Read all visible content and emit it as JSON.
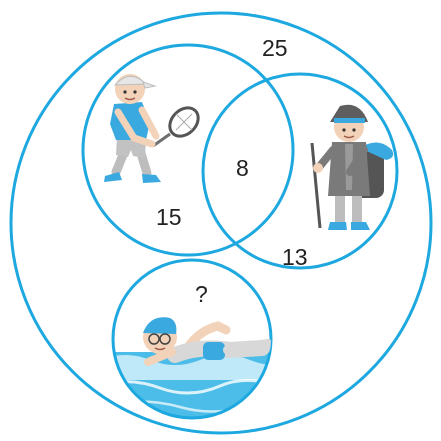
{
  "colors": {
    "circle_stroke": "#1ea8e0",
    "water_light": "#bfe8f8",
    "water_dark": "#4cbde8",
    "shirt_blue": "#3aa9e0",
    "skin": "#f2d2b8",
    "gray": "#b9b9b9",
    "dark_gray": "#6f6f6f"
  },
  "labels": {
    "total": "25",
    "tennis_only": "15",
    "both": "8",
    "hiking_only": "13",
    "swimming": "?"
  },
  "icons": {
    "tennis": "tennis-player-icon",
    "hiking": "hiker-icon",
    "swimming": "swimmer-icon"
  }
}
